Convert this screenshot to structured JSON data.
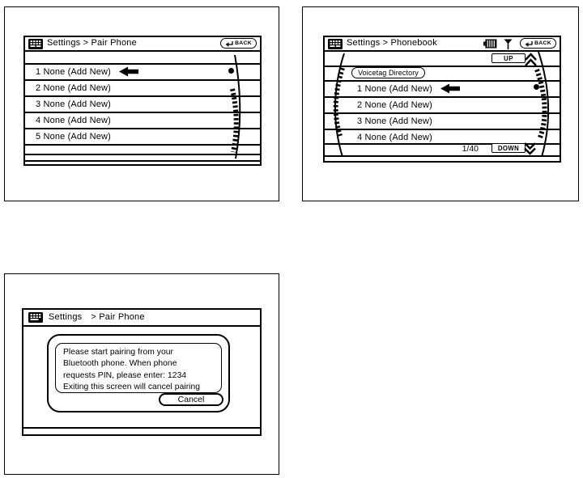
{
  "colors": {
    "ink": "#000000",
    "paper": "#ffffff"
  },
  "screen1": {
    "title": "Settings > Pair Phone",
    "back_label": "BACK",
    "rows": [
      "1 None (Add New)",
      "2 None (Add New)",
      "3 None (Add New)",
      "4 None (Add New)",
      "5 None (Add New)"
    ]
  },
  "screen2": {
    "title": "Settings > Phonebook",
    "back_label": "BACK",
    "up_label": "UP",
    "voicetag_label": "Voicetag Directory",
    "rows": [
      "1 None (Add New)",
      "2 None (Add New)",
      "3 None (Add New)",
      "4 None (Add New)"
    ],
    "page_indicator": "1/40",
    "down_label": "DOWN"
  },
  "screen3": {
    "title_part1": "Settings",
    "title_part2": "> Pair Phone",
    "message_lines": [
      "Please start pairing from your",
      "Bluetooth phone. When phone",
      "requests PIN, please enter: 1234",
      "Exiting this screen will cancel pairing"
    ],
    "cancel_label": "Cancel"
  },
  "icons": {
    "keypad": "phone-keypad-icon",
    "battery": "battery-level-icon",
    "antenna": "signal-antenna-icon",
    "back_arrow": "return-arrow-icon",
    "cursor": "selection-cursor-arrow",
    "up_chevrons": "double-chevron-up",
    "down_chevrons": "double-chevron-down"
  }
}
